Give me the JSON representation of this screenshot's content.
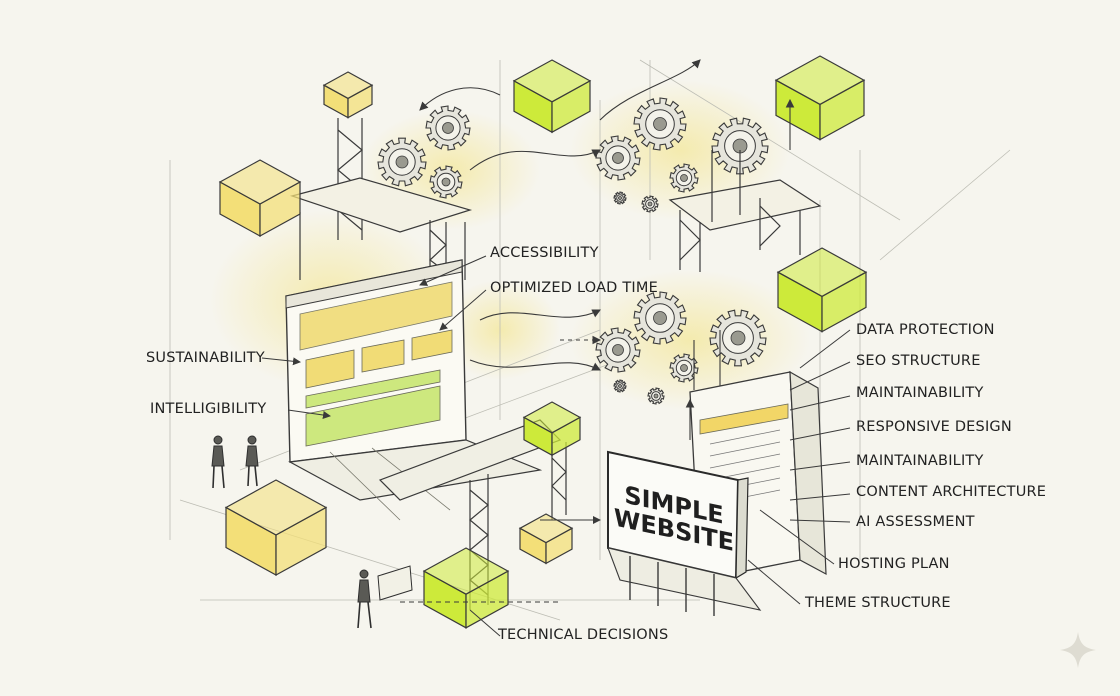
{
  "sign": {
    "line1": "SIMPLE",
    "line2": "WEBSITE"
  },
  "labels": {
    "accessibility": "ACCESSIBILITY",
    "optimized_load_time": "OPTIMIZED LOAD TIME",
    "sustainability": "SUSTAINABILITY",
    "intelligibility": "INTELLIGIBILITY",
    "data_protection": "DATA PROTECTION",
    "seo_structure": "SEO STRUCTURE",
    "maintainability_1": "MAINTAINABILITY",
    "responsive_design": "RESPONSIVE DESIGN",
    "maintainability_2": "MAINTAINABILITY",
    "content_architecture": "CONTENT ARCHITECTURE",
    "ai_assessment": "AI ASSESSMENT",
    "hosting_plan": "HOSTING PLAN",
    "theme_structure": "THEME STRUCTURE",
    "technical_decisions": "TECHNICAL DECISIONS"
  },
  "colors": {
    "background": "#f6f5ee",
    "lime": "#cdea3a",
    "pale_yellow": "#f3df78",
    "line": "#3a3a3a"
  },
  "icons": [
    "gear-icon",
    "cube-icon",
    "sparkle-icon",
    "person-icon"
  ]
}
